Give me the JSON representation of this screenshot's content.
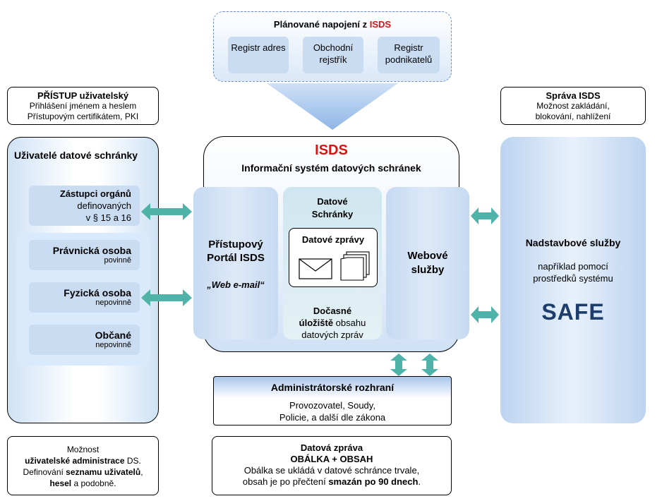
{
  "planned": {
    "title_prefix": "Plánované napojení z",
    "title_highlight": "ISDS",
    "registers": [
      "Registr adres",
      "Obchodní rejstřík",
      "Registr podnikatelů"
    ]
  },
  "access": {
    "title": "PŘÍSTUP uživatelský",
    "lines": [
      "Přihlášení jménem a heslem",
      "Přístupovým certifikátem, PKI"
    ]
  },
  "admin_isds": {
    "title": "Správa ISDS",
    "lines": [
      "Možnost zakládání,",
      "blokování, nahlížení"
    ]
  },
  "users": {
    "title": "Uživatelé datové schránky",
    "zastupci": {
      "title": "Zástupci orgánů",
      "lines": [
        "definovaných",
        "v § 15 a 16"
      ]
    },
    "items": [
      {
        "name": "Právnická osoba",
        "note": "povinně"
      },
      {
        "name": "Fyzická osoba",
        "note": "nepovinně"
      },
      {
        "name": "Občané",
        "note": "nepovinně"
      }
    ]
  },
  "isds": {
    "title": "ISDS",
    "subtitle": "Informační systém datových schránek",
    "portal": {
      "lines": [
        "Přístupový",
        "Portál ISDS"
      ],
      "quote": "„Web e-mail“"
    },
    "boxes": {
      "lines": [
        "Datové",
        "Schránky"
      ]
    },
    "messages": {
      "title": "Datové zprávy"
    },
    "storage": {
      "bold": [
        "Dočasné",
        "úložiště"
      ],
      "rest": " obsahu",
      "last": "datových zpráv"
    },
    "web": {
      "lines": [
        "Webové",
        "služby"
      ]
    }
  },
  "admin_interface": {
    "title": "Administrátorské rozhraní",
    "lines": [
      "Provozovatel, Soudy,",
      "Policie, a další dle zákona"
    ]
  },
  "services": {
    "title": "Nadstavbové služby",
    "lines": [
      "například pomocí",
      "prostředků systému"
    ],
    "logo": "SAFE"
  },
  "user_admin": {
    "l1": "Možnost",
    "l2_bold": "uživatelské administrace",
    "l2_rest": " DS.",
    "l3_pre": "Definování ",
    "l3_bold": "seznamu uživatelů",
    "l3_post": ",",
    "l4_bold": "hesel",
    "l4_rest": " a podobně."
  },
  "message": {
    "title": "Datová zpráva",
    "subtitle": "OBÁLKA + OBSAH",
    "line1": "Obálka se ukládá v datové schránce trvale,",
    "line2_pre": "obsah je po přečtení ",
    "line2_bold": "smazán po 90 dnech",
    "line2_post": "."
  },
  "colors": {
    "arrow": "#4fb3aa",
    "accent_red": "#e01010",
    "logo_blue": "#1d3d6b",
    "panel_blue": "#c9dcf2"
  }
}
